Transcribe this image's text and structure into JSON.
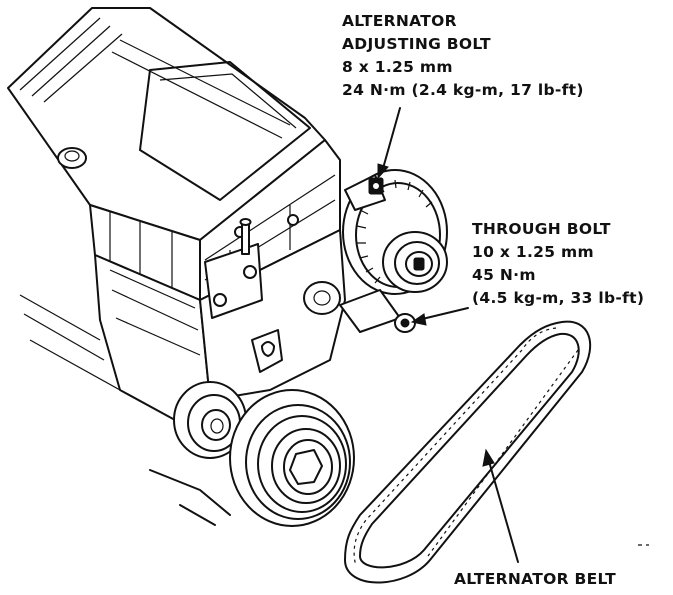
{
  "callouts": {
    "adjusting_bolt": {
      "line1": "ALTERNATOR",
      "line2": "ADJUSTING BOLT",
      "size": "8 x 1.25 mm",
      "torque": "24 N·m (2.4 kg-m, 17 lb-ft)"
    },
    "through_bolt": {
      "line1": "THROUGH BOLT",
      "size": "10 x 1.25 mm",
      "torque": "45 N·m",
      "torque_alt": "(4.5 kg-m, 33 lb-ft)"
    },
    "belt": {
      "label": "ALTERNATOR BELT"
    }
  },
  "colors": {
    "ink": "#111111",
    "paper": "#ffffff"
  }
}
